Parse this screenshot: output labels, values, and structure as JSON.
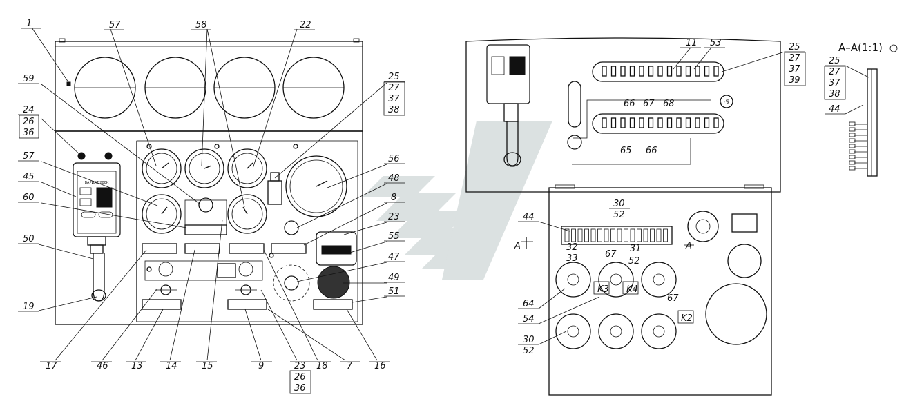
{
  "callouts_left": [
    {
      "id": "c1",
      "text": "1"
    },
    {
      "id": "c57a",
      "text": "57"
    },
    {
      "id": "c58",
      "text": "58"
    },
    {
      "id": "c22",
      "text": "22"
    },
    {
      "id": "c59",
      "text": "59"
    },
    {
      "id": "c24",
      "text": "24"
    },
    {
      "id": "c26a",
      "text": "26"
    },
    {
      "id": "c36a",
      "text": "36"
    },
    {
      "id": "c57b",
      "text": "57"
    },
    {
      "id": "c45",
      "text": "45"
    },
    {
      "id": "c60",
      "text": "60"
    },
    {
      "id": "c50",
      "text": "50"
    },
    {
      "id": "c19",
      "text": "19"
    },
    {
      "id": "c25a",
      "text": "25"
    },
    {
      "id": "c27a",
      "text": "27"
    },
    {
      "id": "c37a",
      "text": "37"
    },
    {
      "id": "c38a",
      "text": "38"
    },
    {
      "id": "c56",
      "text": "56"
    },
    {
      "id": "c48",
      "text": "48"
    },
    {
      "id": "c8",
      "text": "8"
    },
    {
      "id": "c23a",
      "text": "23"
    },
    {
      "id": "c55",
      "text": "55"
    },
    {
      "id": "c47",
      "text": "47"
    },
    {
      "id": "c49",
      "text": "49"
    },
    {
      "id": "c51",
      "text": "51"
    },
    {
      "id": "c17",
      "text": "17"
    },
    {
      "id": "c46",
      "text": "46"
    },
    {
      "id": "c13",
      "text": "13"
    },
    {
      "id": "c14",
      "text": "14"
    },
    {
      "id": "c15",
      "text": "15"
    },
    {
      "id": "c9",
      "text": "9"
    },
    {
      "id": "c23b",
      "text": "23"
    },
    {
      "id": "c26b",
      "text": "26"
    },
    {
      "id": "c36b",
      "text": "36"
    },
    {
      "id": "c18",
      "text": "18"
    },
    {
      "id": "c7",
      "text": "7"
    },
    {
      "id": "c16",
      "text": "16"
    }
  ],
  "callouts_right": [
    {
      "id": "r11",
      "text": "11"
    },
    {
      "id": "r53",
      "text": "53"
    },
    {
      "id": "r25",
      "text": "25"
    },
    {
      "id": "r27",
      "text": "27"
    },
    {
      "id": "r37",
      "text": "37"
    },
    {
      "id": "r39",
      "text": "39"
    },
    {
      "id": "r66a",
      "text": "66"
    },
    {
      "id": "r67a",
      "text": "67"
    },
    {
      "id": "r68",
      "text": "68"
    },
    {
      "id": "r65",
      "text": "65"
    },
    {
      "id": "r66b",
      "text": "66"
    },
    {
      "id": "r30a",
      "text": "30"
    },
    {
      "id": "r52a",
      "text": "52"
    },
    {
      "id": "r44",
      "text": "44"
    },
    {
      "id": "r32",
      "text": "32"
    },
    {
      "id": "r67b",
      "text": "67"
    },
    {
      "id": "r31",
      "text": "31"
    },
    {
      "id": "r33",
      "text": "33"
    },
    {
      "id": "r52b",
      "text": "52"
    },
    {
      "id": "r64",
      "text": "64"
    },
    {
      "id": "r54",
      "text": "54"
    },
    {
      "id": "r67c",
      "text": "67"
    },
    {
      "id": "r30b",
      "text": "30"
    },
    {
      "id": "r52c",
      "text": "52"
    },
    {
      "id": "rK3",
      "text": "K3"
    },
    {
      "id": "rK4",
      "text": "K4"
    },
    {
      "id": "rK2",
      "text": "K2"
    },
    {
      "id": "rA1",
      "text": "A"
    },
    {
      "id": "rA2",
      "text": "A"
    },
    {
      "id": "rn5",
      "text": "п5"
    }
  ],
  "section": {
    "title": "А–А(1:1)",
    "labels": [
      {
        "id": "s25",
        "text": "25"
      },
      {
        "id": "s27",
        "text": "27"
      },
      {
        "id": "s37",
        "text": "37"
      },
      {
        "id": "s38",
        "text": "38"
      },
      {
        "id": "s44",
        "text": "44"
      }
    ]
  },
  "device_label": "ВАРИАТ 200К"
}
